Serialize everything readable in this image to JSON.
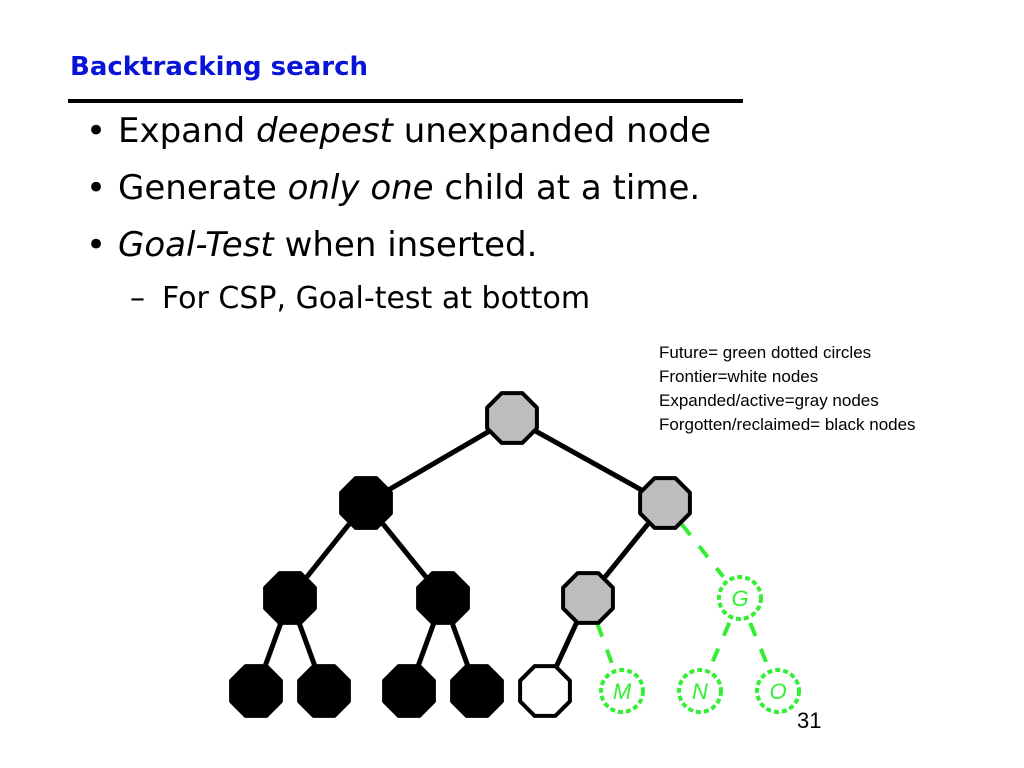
{
  "slide": {
    "title": "Backtracking search",
    "page_number": "31"
  },
  "bullets": [
    {
      "marker": "•",
      "before": "Expand ",
      "italic": "deepest",
      "after": " unexpanded node"
    },
    {
      "marker": "•",
      "before": "Generate ",
      "italic": "only one",
      "after": " child at a time."
    },
    {
      "marker": "•",
      "before": "",
      "italic": "Goal-Test",
      "after": " when inserted."
    }
  ],
  "sub_bullet": {
    "marker": "–",
    "text": "For CSP, Goal-test at bottom"
  },
  "legend": [
    "Future= green dotted circles",
    "Frontier=white nodes",
    "Expanded/active=gray nodes",
    "Forgotten/reclaimed= black nodes"
  ],
  "colors": {
    "title": "#0a14d6",
    "expanded": "#bdbdbd",
    "forgotten": "#000000",
    "frontier": "#ffffff",
    "future": "#33ee33"
  },
  "tree": {
    "nodes": [
      {
        "id": "root",
        "state": "expanded",
        "label": ""
      },
      {
        "id": "b",
        "state": "forgotten",
        "label": ""
      },
      {
        "id": "c",
        "state": "expanded",
        "label": ""
      },
      {
        "id": "d",
        "state": "forgotten",
        "label": ""
      },
      {
        "id": "e",
        "state": "forgotten",
        "label": ""
      },
      {
        "id": "f",
        "state": "expanded",
        "label": ""
      },
      {
        "id": "g",
        "state": "future",
        "label": "G"
      },
      {
        "id": "h",
        "state": "forgotten",
        "label": ""
      },
      {
        "id": "i",
        "state": "forgotten",
        "label": ""
      },
      {
        "id": "j",
        "state": "forgotten",
        "label": ""
      },
      {
        "id": "k",
        "state": "forgotten",
        "label": ""
      },
      {
        "id": "l",
        "state": "frontier",
        "label": ""
      },
      {
        "id": "m",
        "state": "future",
        "label": "M"
      },
      {
        "id": "n",
        "state": "future",
        "label": "N"
      },
      {
        "id": "o",
        "state": "future",
        "label": "O"
      }
    ],
    "edges": [
      {
        "from": "root",
        "to": "b",
        "state": "solid"
      },
      {
        "from": "root",
        "to": "c",
        "state": "solid"
      },
      {
        "from": "b",
        "to": "d",
        "state": "solid"
      },
      {
        "from": "b",
        "to": "e",
        "state": "solid"
      },
      {
        "from": "c",
        "to": "f",
        "state": "solid"
      },
      {
        "from": "c",
        "to": "g",
        "state": "future"
      },
      {
        "from": "d",
        "to": "h",
        "state": "solid"
      },
      {
        "from": "d",
        "to": "i",
        "state": "solid"
      },
      {
        "from": "e",
        "to": "j",
        "state": "solid"
      },
      {
        "from": "e",
        "to": "k",
        "state": "solid"
      },
      {
        "from": "f",
        "to": "l",
        "state": "solid"
      },
      {
        "from": "f",
        "to": "m",
        "state": "future"
      },
      {
        "from": "g",
        "to": "n",
        "state": "future"
      },
      {
        "from": "g",
        "to": "o",
        "state": "future"
      }
    ]
  }
}
